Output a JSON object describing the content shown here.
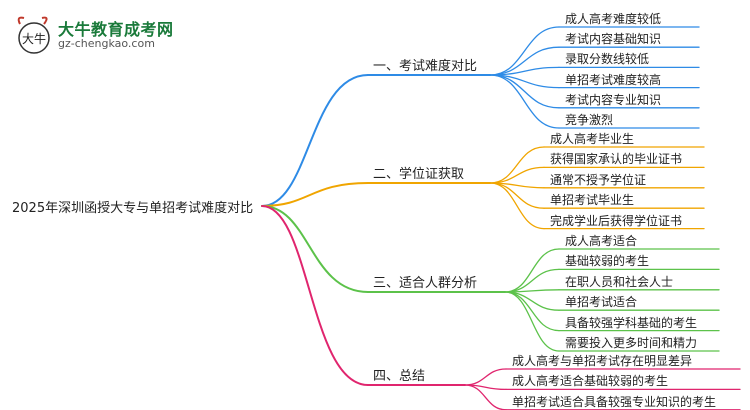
{
  "logo": {
    "title": "大牛教育成考网",
    "url": "gz-chengkao.com",
    "mark_text": "大牛"
  },
  "root": "2025年深圳函授大专与单招考试难度对比",
  "branches": [
    {
      "label": "一、考试难度对比",
      "color": "#2e8be6",
      "children": [
        "成人高考难度较低",
        "考试内容基础知识",
        "录取分数线较低",
        "单招考试难度较高",
        "考试内容专业知识",
        "竞争激烈"
      ]
    },
    {
      "label": "二、学位证获取",
      "color": "#f0a500",
      "children": [
        "成人高考毕业生",
        "获得国家承认的毕业证书",
        "通常不授予学位证",
        "单招考试毕业生",
        "完成学业后获得学位证书"
      ]
    },
    {
      "label": "三、适合人群分析",
      "color": "#5cc24a",
      "children": [
        "成人高考适合",
        "基础较弱的考生",
        "在职人员和社会人士",
        "单招考试适合",
        "具备较强学科基础的考生",
        "需要投入更多时间和精力"
      ]
    },
    {
      "label": "四、总结",
      "color": "#e0256e",
      "children": [
        "成人高考与单招考试存在明显差异",
        "成人高考适合基础较弱的考生",
        "单招考试适合具备较强专业知识的考生"
      ]
    }
  ]
}
